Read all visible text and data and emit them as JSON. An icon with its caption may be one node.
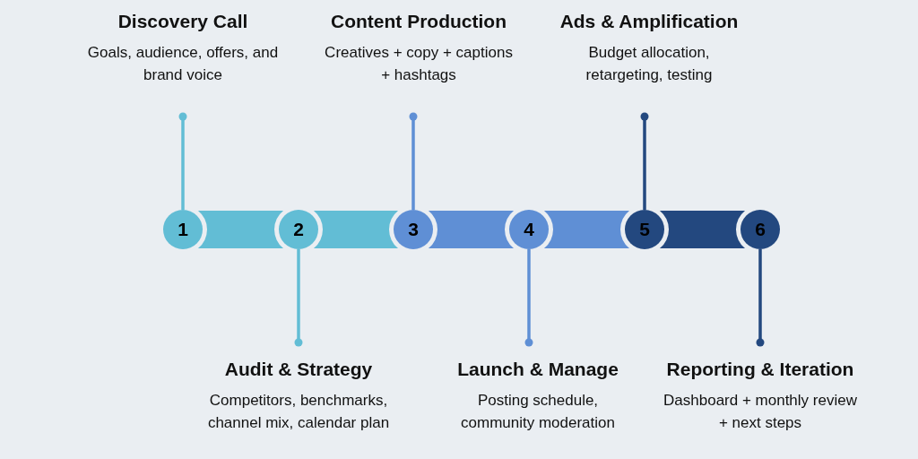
{
  "diagram": {
    "nodes": [
      {
        "text": [
          "Discovery Call",
          "Goals, audience, offers, and brand voice"
        ]
      },
      {
        "text": [
          "1"
        ]
      },
      {
        "text": [
          "Audit & Strategy",
          "Competitors, benchmarks, channel mix, calendar plan"
        ]
      },
      {
        "text": [
          "2"
        ]
      },
      {
        "text": [
          "Content Production",
          "Creatives + copy + captions + hashtags"
        ]
      },
      {
        "text": [
          "3"
        ]
      },
      {
        "text": [
          "Launch & Manage",
          "Posting schedule, community moderation"
        ]
      },
      {
        "text": [
          "4"
        ]
      },
      {
        "text": [
          "Ads & Amplification",
          "Budget allocation, retargeting, testing"
        ]
      },
      {
        "text": [
          "5"
        ]
      },
      {
        "text": [
          "Reporting & Iteration",
          "Dashboard + monthly review + next steps"
        ]
      },
      {
        "text": [
          "6"
        ]
      }
    ],
    "edges": [
      {
        "from": 0,
        "to": 1,
        "arrow": "other",
        "color": "#62bdd5"
      },
      {
        "from": 2,
        "to": 3,
        "arrow": "other",
        "color": "#62bdd5"
      },
      {
        "from": 4,
        "to": 5,
        "arrow": "other",
        "color": "#5f8fd5"
      },
      {
        "from": 6,
        "to": 7,
        "arrow": "other",
        "color": "#5f8fd5"
      },
      {
        "from": 8,
        "to": 9,
        "arrow": "other",
        "color": "#23487f"
      },
      {
        "from": 10,
        "to": 11,
        "arrow": "other",
        "color": "#23487f"
      },
      {
        "from": 1,
        "to": 3,
        "arrow": "none",
        "style": "thick",
        "color": "#62bdd5"
      },
      {
        "from": 3,
        "to": 5,
        "arrow": "none",
        "style": "thick",
        "color": "#62bdd5"
      },
      {
        "from": 5,
        "to": 7,
        "arrow": "none",
        "style": "thick",
        "color": "#5f8fd5"
      },
      {
        "from": 7,
        "to": 9,
        "arrow": "none",
        "style": "thick",
        "color": "#5f8fd5"
      },
      {
        "from": 9,
        "to": 11,
        "arrow": "none",
        "style": "thick",
        "color": "#23487f"
      }
    ]
  }
}
